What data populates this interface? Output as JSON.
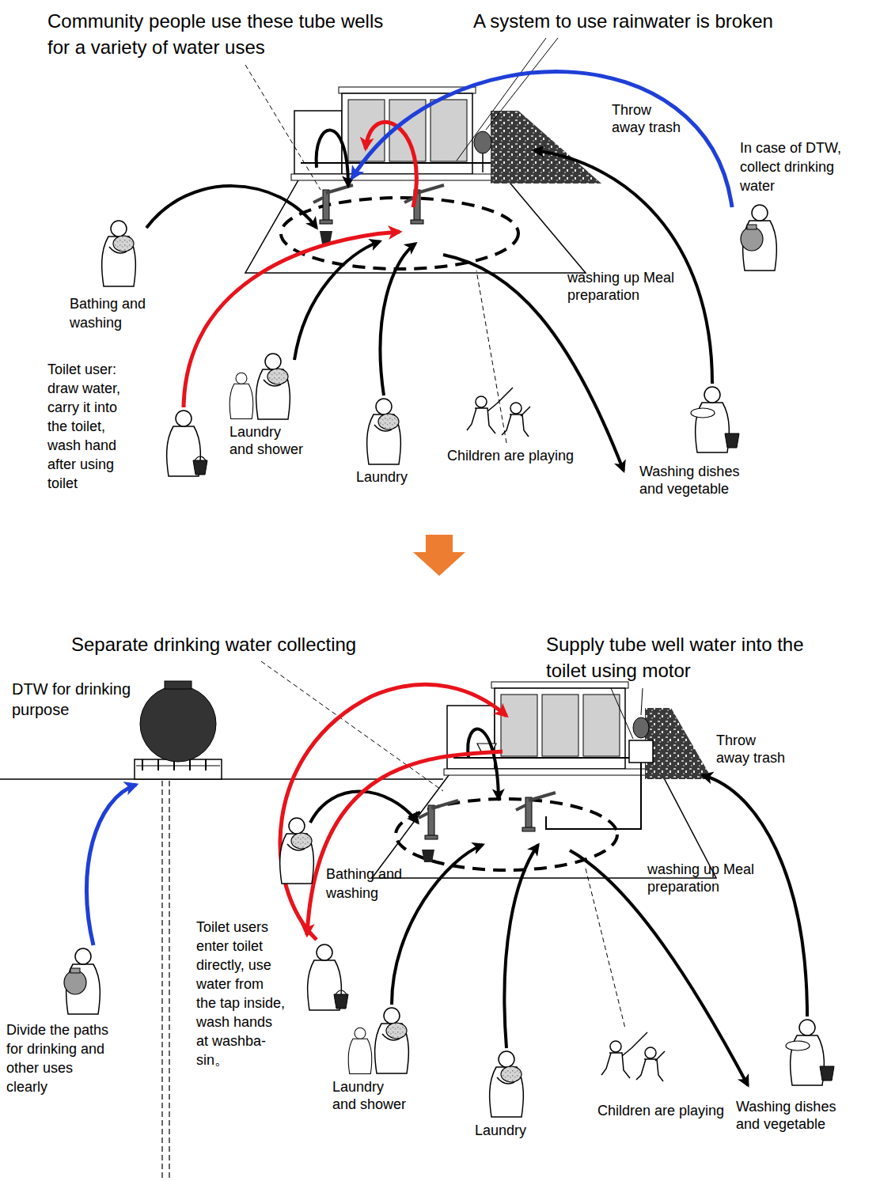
{
  "diagram": {
    "labels": [
      "Community people use these tube wells for a variety of water uses",
      "A system to use rainwater is broken",
      "Throw away trash",
      "In case of DTW, collect drinking water",
      "washing up Meal preparation",
      "Bathing and washing",
      "Toilet user: draw water, carry it into the toilet, wash hand after using toilet",
      "Laundry and shower",
      "Laundry",
      "Children are playing",
      "Washing dishes and vegetable",
      "Separate drinking water collecting",
      "Supply tube well water into the toilet using motor",
      "DTW for drinking purpose",
      "Throw away trash",
      "Bathing and washing",
      "washing up Meal preparation",
      "Toilet users enter toilet directly, use water from the tap inside, wash hands at washba- sin。",
      "Divide the paths for drinking and other uses clearly",
      "Laundry and shower",
      "Laundry",
      "Children are playing",
      "Washing dishes and vegetable"
    ]
  }
}
